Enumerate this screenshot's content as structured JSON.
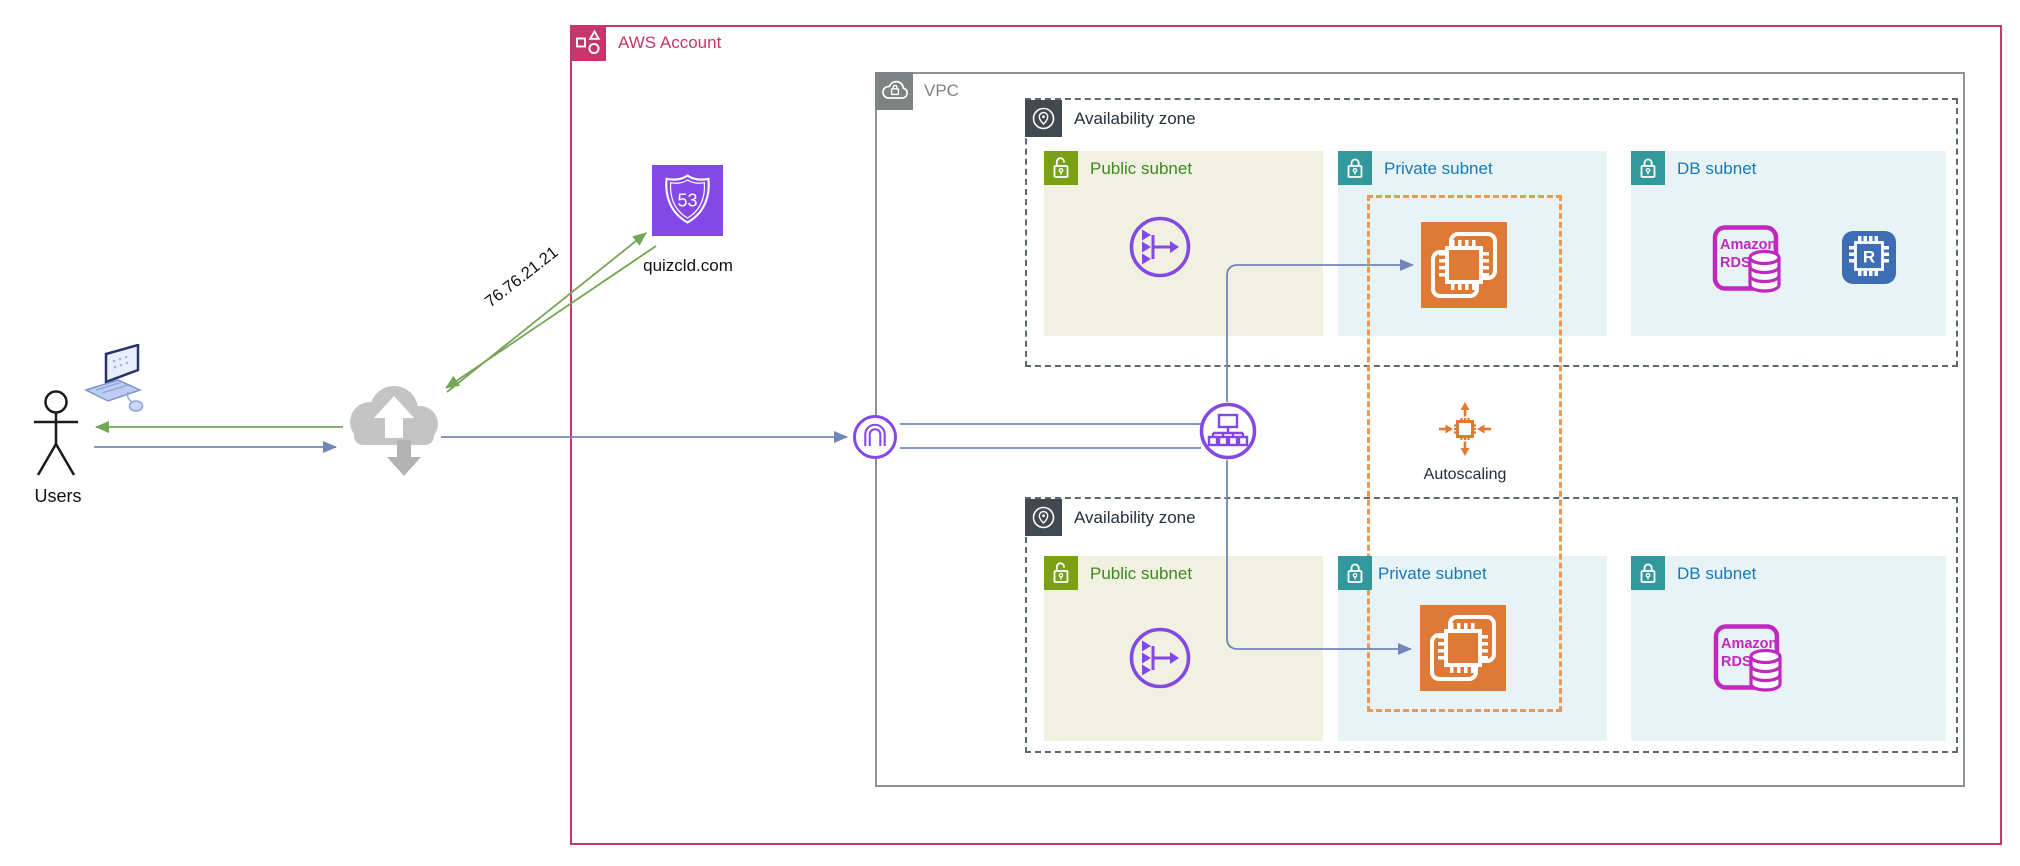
{
  "groups": {
    "aws_account": "AWS Account",
    "vpc": "VPC",
    "az1": "Availability zone",
    "az2": "Availability zone",
    "autoscaling": "Autoscaling"
  },
  "subnets": {
    "public1": "Public subnet",
    "private1": "Private subnet",
    "db1": "DB subnet",
    "public2": "Public subnet",
    "private2": "Private subnet",
    "db2": "DB subnet"
  },
  "nodes": {
    "users": "Users",
    "route53_domain": "quizcld.com",
    "route53_icon_text": "53",
    "rds_line1": "Amazon",
    "rds_line2": "RDS",
    "redis_letter": "R",
    "ip_address": "76.76.21.21"
  },
  "colors": {
    "account_pink": "#C7366B",
    "vpc_gray": "#7D8383",
    "az_dark": "#414A51",
    "public_green_icon": "#7AA116",
    "public_green_text": "#3F8624",
    "public_bg": "#F1F1E1",
    "private_teal_icon": "#31989B",
    "private_blue_text": "#1878B8",
    "private_bg": "#E8F3F6",
    "ec2_orange": "#DE7A35",
    "autoscaling_dash_orange": "#E8995A",
    "rds_magenta": "#C028BF",
    "redis_blue": "#3D6EB5",
    "icon_purple": "#8348E5",
    "arrow_green": "#74A455",
    "arrow_blue": "#7286B8"
  }
}
